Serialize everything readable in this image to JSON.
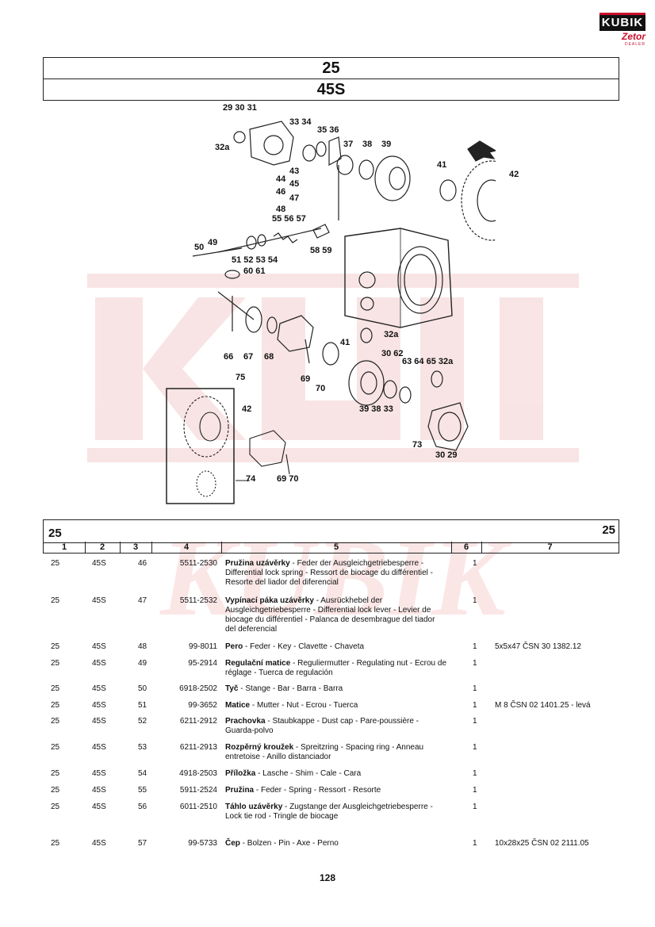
{
  "logo": {
    "line1": "KUBIK",
    "line2": "Zetor",
    "line3": "DEALER"
  },
  "title": {
    "group": "25",
    "model": "45S"
  },
  "watermark": {
    "text": "KUBIK"
  },
  "diagram": {
    "callouts": [
      {
        "id": "c-29-30-31",
        "text": "29 30 31"
      },
      {
        "id": "c-32a-1",
        "text": "32a"
      },
      {
        "id": "c-33-34",
        "text": "33 34"
      },
      {
        "id": "c-35-36",
        "text": "35 36"
      },
      {
        "id": "c-37",
        "text": "37"
      },
      {
        "id": "c-38",
        "text": "38"
      },
      {
        "id": "c-39",
        "text": "39"
      },
      {
        "id": "c-41a",
        "text": "41"
      },
      {
        "id": "c-42a",
        "text": "42"
      },
      {
        "id": "c-43",
        "text": "43"
      },
      {
        "id": "c-44",
        "text": "44"
      },
      {
        "id": "c-45",
        "text": "45"
      },
      {
        "id": "c-46",
        "text": "46"
      },
      {
        "id": "c-47",
        "text": "47"
      },
      {
        "id": "c-48",
        "text": "48"
      },
      {
        "id": "c-55-56-57",
        "text": "55 56 57"
      },
      {
        "id": "c-49",
        "text": "49"
      },
      {
        "id": "c-50",
        "text": "50"
      },
      {
        "id": "c-51-54",
        "text": "51 52 53 54"
      },
      {
        "id": "c-58-59",
        "text": "58 59"
      },
      {
        "id": "c-60-61",
        "text": "60 61"
      },
      {
        "id": "c-32a-2",
        "text": "32a"
      },
      {
        "id": "c-41b",
        "text": "41"
      },
      {
        "id": "c-66",
        "text": "66"
      },
      {
        "id": "c-67",
        "text": "67"
      },
      {
        "id": "c-68",
        "text": "68"
      },
      {
        "id": "c-30-62",
        "text": "30 62"
      },
      {
        "id": "c-63-65",
        "text": "63 64 65 32a"
      },
      {
        "id": "c-69-70a",
        "text": "69"
      },
      {
        "id": "c-70a",
        "text": "70"
      },
      {
        "id": "c-75",
        "text": "75"
      },
      {
        "id": "c-42b",
        "text": "42"
      },
      {
        "id": "c-39-38-33",
        "text": "39 38 33"
      },
      {
        "id": "c-74",
        "text": "74"
      },
      {
        "id": "c-69-70b",
        "text": "69 70"
      },
      {
        "id": "c-73",
        "text": "73"
      },
      {
        "id": "c-30-29",
        "text": "30 29"
      }
    ]
  },
  "section": {
    "left_label": "25",
    "right_label": "25"
  },
  "columns": [
    "1",
    "2",
    "3",
    "4",
    "5",
    "6",
    "7"
  ],
  "parts": [
    {
      "c1": "25",
      "c2": "45S",
      "c3": "46",
      "c4": "5511-2530",
      "name": "Pružina uzávěrky",
      "desc": " - Feder der Ausgleichgetriebesperre - Differential lock spring - Ressort de biocage du différentiel - Resorte del liador del diferencial",
      "qty": "1",
      "note": ""
    },
    {
      "c1": "25",
      "c2": "45S",
      "c3": "47",
      "c4": "5511-2532",
      "name": "Vypínací páka uzávěrky",
      "desc": " - Ausrückhebel der Ausgleichgetriebesperre - Differential lock lever - Levier de biocage du différentiel - Palanca de desembrague del tiador del deferencial",
      "qty": "1",
      "note": ""
    },
    {
      "c1": "25",
      "c2": "45S",
      "c3": "48",
      "c4": "99-8011",
      "name": "Pero",
      "desc": " - Feder - Key - Clavette - Chaveta",
      "qty": "1",
      "note": "5x5x47 ČSN 30 1382.12"
    },
    {
      "c1": "25",
      "c2": "45S",
      "c3": "49",
      "c4": "95-2914",
      "name": "Regulační matice",
      "desc": " - Reguliermutter - Regulating nut - Ecrou de réglage - Tuerca de regulación",
      "qty": "1",
      "note": ""
    },
    {
      "c1": "25",
      "c2": "45S",
      "c3": "50",
      "c4": "6918-2502",
      "name": "Tyč",
      "desc": " - Stange - Bar - Barra - Barra",
      "qty": "1",
      "note": ""
    },
    {
      "c1": "25",
      "c2": "45S",
      "c3": "51",
      "c4": "99-3652",
      "name": "Matice",
      "desc": " - Mutter - Nut - Ecrou - Tuerca",
      "qty": "1",
      "note": "M 8 ČSN 02 1401.25 - levá"
    },
    {
      "c1": "25",
      "c2": "45S",
      "c3": "52",
      "c4": "6211-2912",
      "name": "Prachovka",
      "desc": " - Staubkappe - Dust cap - Pare-poussière - Guarda-polvo",
      "qty": "1",
      "note": ""
    },
    {
      "c1": "25",
      "c2": "45S",
      "c3": "53",
      "c4": "6211-2913",
      "name": "Rozpěrný kroužek",
      "desc": " - Spreitzring - Spacing ring - Anneau entretoise - Anillo distanciador",
      "qty": "1",
      "note": ""
    },
    {
      "c1": "25",
      "c2": "45S",
      "c3": "54",
      "c4": "4918-2503",
      "name": "Příložka",
      "desc": " - Lasche - Shim - Cale - Cara",
      "qty": "1",
      "note": ""
    },
    {
      "c1": "25",
      "c2": "45S",
      "c3": "55",
      "c4": "5911-2524",
      "name": "Pružina",
      "desc": " - Feder - Spring - Ressort - Resorte",
      "qty": "1",
      "note": ""
    },
    {
      "c1": "25",
      "c2": "45S",
      "c3": "56",
      "c4": "6011-2510",
      "name": "Táhlo uzávěrky",
      "desc": " - Zugstange der Ausgleichgetriebesperre - Lock tie rod - Tringle de biocage",
      "qty": "1",
      "note": ""
    },
    {
      "c1": "25",
      "c2": "45S",
      "c3": "57",
      "c4": "99-5733",
      "name": "Čep",
      "desc": " - Bolzen - Pin - Axe - Perno",
      "qty": "1",
      "note": "10x28x25 ČSN 02 2111.05"
    }
  ],
  "page_number": "128"
}
